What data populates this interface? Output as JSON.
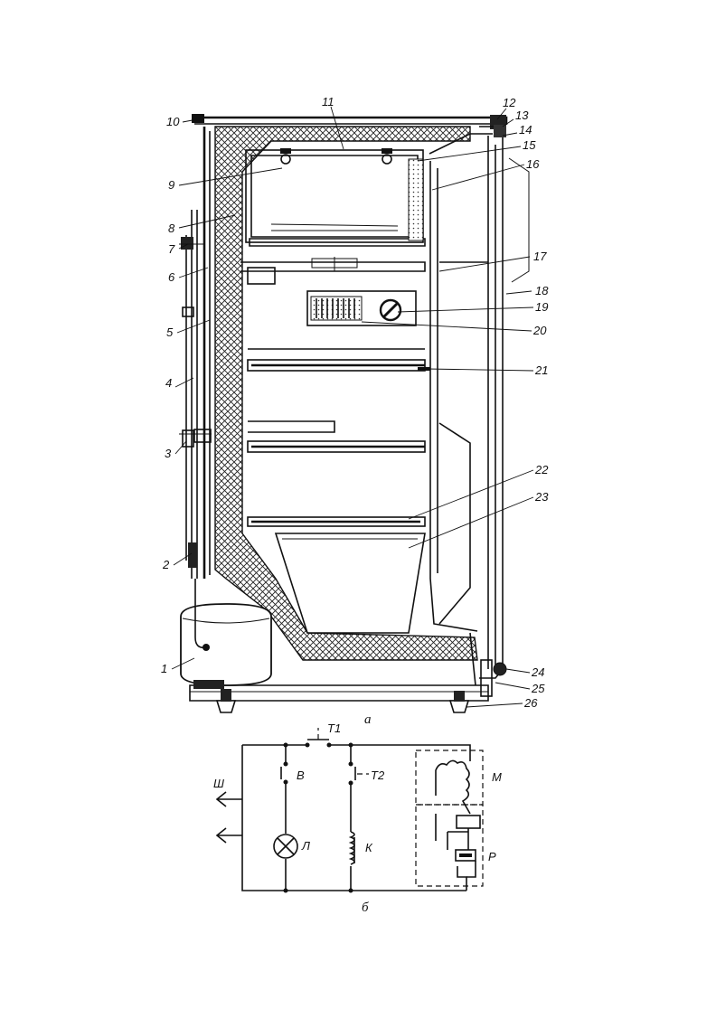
{
  "figure_a": {
    "caption": "а",
    "callouts": [
      "1",
      "2",
      "3",
      "4",
      "5",
      "6",
      "7",
      "8",
      "9",
      "10",
      "11",
      "12",
      "13",
      "14",
      "15",
      "16",
      "17",
      "18",
      "19",
      "20",
      "21",
      "22",
      "23",
      "24",
      "25",
      "26"
    ]
  },
  "figure_b": {
    "caption": "б",
    "labels": {
      "plug": "Ш",
      "thermostat": "Т1",
      "switch": "В",
      "thermal_protector": "Т2",
      "motor": "М",
      "lamp": "Л",
      "coil": "К",
      "relay": "Р"
    }
  }
}
